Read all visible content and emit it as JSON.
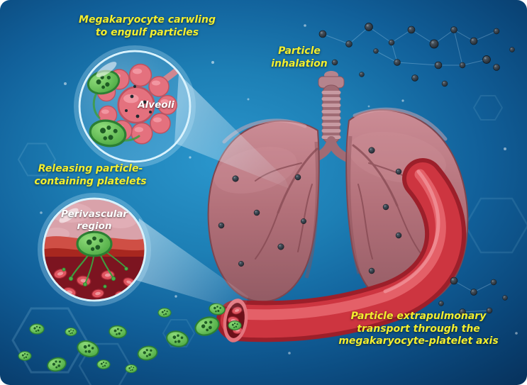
{
  "labels": {
    "megakaryocyte_crawling": "Megakaryocyte carwling\nto engulf particles",
    "particle_inhalation": "Particle\ninhalation",
    "releasing_platelets": "Releasing particle-\ncontaining platelets",
    "perivascular_region": "Perivascular\nregion",
    "alveoli": "Alveoli",
    "extrapulmonary_transport": "Particle extrapulmonary\ntransport through the\nmegakaryocyte-platelet axis"
  },
  "palette": {
    "label-yellow": "#f2ee2f",
    "label-white": "#ffffff",
    "bg-deep": "#062b50",
    "bg-bright": "#2a96cc",
    "lung-pink": "#c5828b",
    "lung-shadow": "#8f575f",
    "trachea-pink": "#a06b74",
    "vessel-red": "#cd3540",
    "vessel-lumen": "#6d1019",
    "rbc-red": "#e05560",
    "megakaryocyte-green": "#57bf4d",
    "particle-dark": "#242e37",
    "bubble-rim": "#d8f2fd"
  }
}
